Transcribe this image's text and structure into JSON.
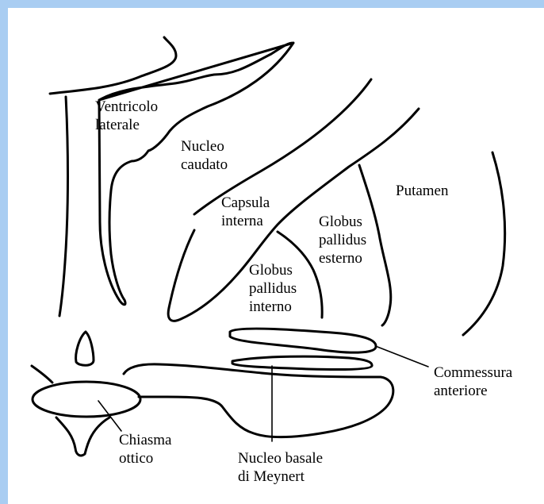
{
  "colors": {
    "frame": "#a9cdf2",
    "background": "#ffffff",
    "ink": "#000000"
  },
  "labels": {
    "ventricolo_laterale": [
      "Ventricolo",
      "laterale"
    ],
    "nucleo_caudato": [
      "Nucleo",
      "caudato"
    ],
    "capsula_interna": [
      "Capsula",
      "interna"
    ],
    "putamen": [
      "Putamen"
    ],
    "globus_pallidus_esterno": [
      "Globus",
      "pallidus",
      "esterno"
    ],
    "globus_pallidus_interno": [
      "Globus",
      "pallidus",
      "interno"
    ],
    "commessura_anteriore": [
      "Commessura",
      "anteriore"
    ],
    "chiasma_ottico": [
      "Chiasma",
      "ottico"
    ],
    "nucleo_basale": [
      "Nucleo basale",
      "di Meynert"
    ]
  }
}
